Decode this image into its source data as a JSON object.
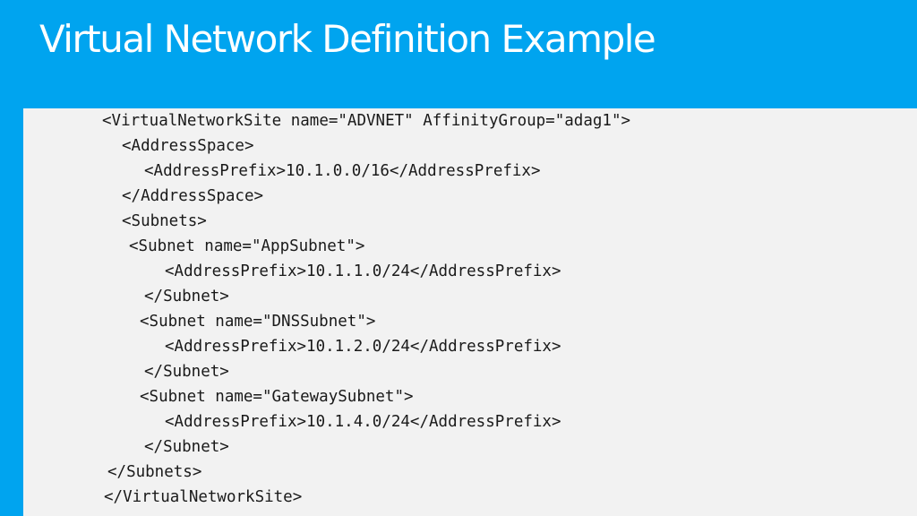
{
  "slide": {
    "title": "Virtual Network Definition Example",
    "background_color": "#00a4ef",
    "panel_color": "#f2f2f2"
  },
  "code": {
    "lines": [
      "<VirtualNetworkSite name=\"ADVNET\" AffinityGroup=\"adag1\">",
      "<AddressSpace>",
      "<AddressPrefix>10.1.0.0/16</AddressPrefix>",
      "</AddressSpace>",
      "<Subnets>",
      "<Subnet name=\"AppSubnet\">",
      "<AddressPrefix>10.1.1.0/24</AddressPrefix>",
      "</Subnet>",
      "<Subnet name=\"DNSSubnet\">",
      "<AddressPrefix>10.1.2.0/24</AddressPrefix>",
      "</Subnet>",
      "<Subnet name=\"GatewaySubnet\">",
      "<AddressPrefix>10.1.4.0/24</AddressPrefix>",
      "</Subnet>",
      "</Subnets>",
      "</VirtualNetworkSite>"
    ]
  }
}
